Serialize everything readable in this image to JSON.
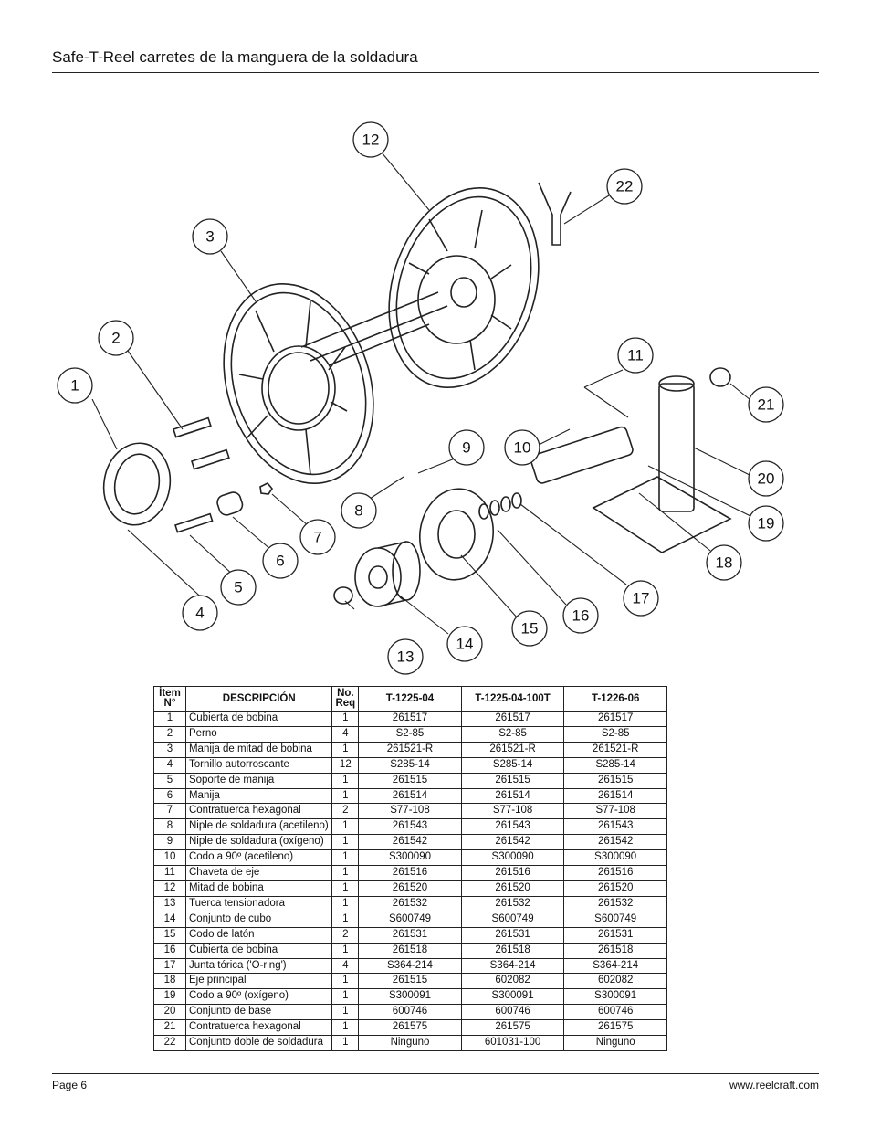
{
  "header": {
    "title": "Safe-T-Reel carretes de la manguera de la soldadura"
  },
  "footer": {
    "page": "Page 6",
    "url": "www.reelcraft.com"
  },
  "callouts": [
    "1",
    "2",
    "3",
    "4",
    "5",
    "6",
    "7",
    "8",
    "9",
    "10",
    "11",
    "12",
    "13",
    "14",
    "15",
    "16",
    "17",
    "18",
    "19",
    "20",
    "21",
    "22"
  ],
  "table": {
    "headers": [
      "Ítem N°",
      "DESCRIPCIÓN",
      "No. Req",
      "T-1225-04",
      "T-1225-04-100T",
      "T-1226-06"
    ],
    "rows": [
      [
        "1",
        "Cubierta de bobina",
        "1",
        "261517",
        "261517",
        "261517"
      ],
      [
        "2",
        "Perno",
        "4",
        "S2-85",
        "S2-85",
        "S2-85"
      ],
      [
        "3",
        "Manija de mitad de bobina",
        "1",
        "261521-R",
        "261521-R",
        "261521-R"
      ],
      [
        "4",
        "Tornillo autorroscante",
        "12",
        "S285-14",
        "S285-14",
        "S285-14"
      ],
      [
        "5",
        "Soporte de manija",
        "1",
        "261515",
        "261515",
        "261515"
      ],
      [
        "6",
        "Manija",
        "1",
        "261514",
        "261514",
        "261514"
      ],
      [
        "7",
        "Contratuerca hexagonal",
        "2",
        "S77-108",
        "S77-108",
        "S77-108"
      ],
      [
        "8",
        "Niple de soldadura (acetileno)",
        "1",
        "261543",
        "261543",
        "261543"
      ],
      [
        "9",
        "Niple de soldadura (oxígeno)",
        "1",
        "261542",
        "261542",
        "261542"
      ],
      [
        "10",
        "Codo a 90º (acetileno)",
        "1",
        "S300090",
        "S300090",
        "S300090"
      ],
      [
        "11",
        "Chaveta de eje",
        "1",
        "261516",
        "261516",
        "261516"
      ],
      [
        "12",
        "Mitad de bobina",
        "1",
        "261520",
        "261520",
        "261520"
      ],
      [
        "13",
        "Tuerca tensionadora",
        "1",
        "261532",
        "261532",
        "261532"
      ],
      [
        "14",
        "Conjunto de cubo",
        "1",
        "S600749",
        "S600749",
        "S600749"
      ],
      [
        "15",
        "Codo de latón",
        "2",
        "261531",
        "261531",
        "261531"
      ],
      [
        "16",
        "Cubierta de bobina",
        "1",
        "261518",
        "261518",
        "261518"
      ],
      [
        "17",
        "Junta tórica ('O-ring')",
        "4",
        "S364-214",
        "S364-214",
        "S364-214"
      ],
      [
        "18",
        "Eje principal",
        "1",
        "261515",
        "602082",
        "602082"
      ],
      [
        "19",
        "Codo a 90º (oxígeno)",
        "1",
        "S300091",
        "S300091",
        "S300091"
      ],
      [
        "20",
        "Conjunto de base",
        "1",
        "600746",
        "600746",
        "600746"
      ],
      [
        "21",
        "Contratuerca hexagonal",
        "1",
        "261575",
        "261575",
        "261575"
      ],
      [
        "22",
        "Conjunto doble de soldadura",
        "1",
        "Ninguno",
        "601031-100",
        "Ninguno"
      ]
    ]
  }
}
